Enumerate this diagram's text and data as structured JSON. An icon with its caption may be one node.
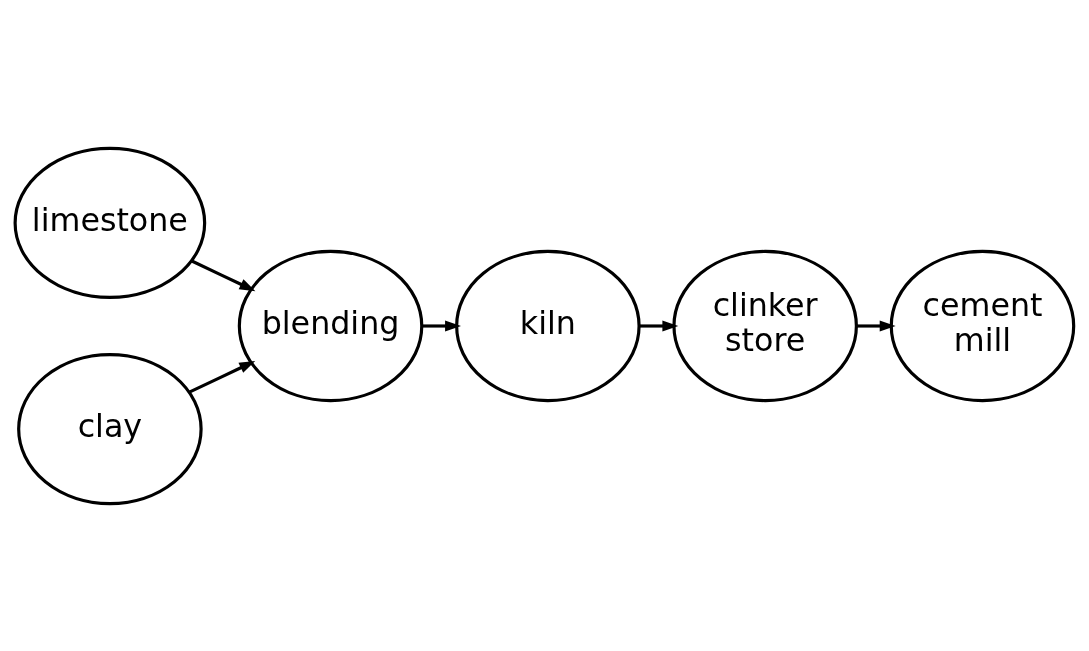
{
  "diagram": {
    "nodes": [
      {
        "text": [
          "limestone"
        ]
      },
      {
        "text": [
          "clay"
        ]
      },
      {
        "text": [
          "blending"
        ]
      },
      {
        "text": [
          "kiln"
        ]
      },
      {
        "text": [
          "clinker store"
        ]
      },
      {
        "text": [
          "cement mill"
        ]
      }
    ],
    "edges": [
      {
        "from": 0,
        "to": 2,
        "arrow": "to"
      },
      {
        "from": 1,
        "to": 2,
        "arrow": "to"
      },
      {
        "from": 2,
        "to": 3,
        "arrow": "to"
      },
      {
        "from": 3,
        "to": 4,
        "arrow": "to"
      },
      {
        "from": 4,
        "to": 5,
        "arrow": "to"
      }
    ]
  }
}
